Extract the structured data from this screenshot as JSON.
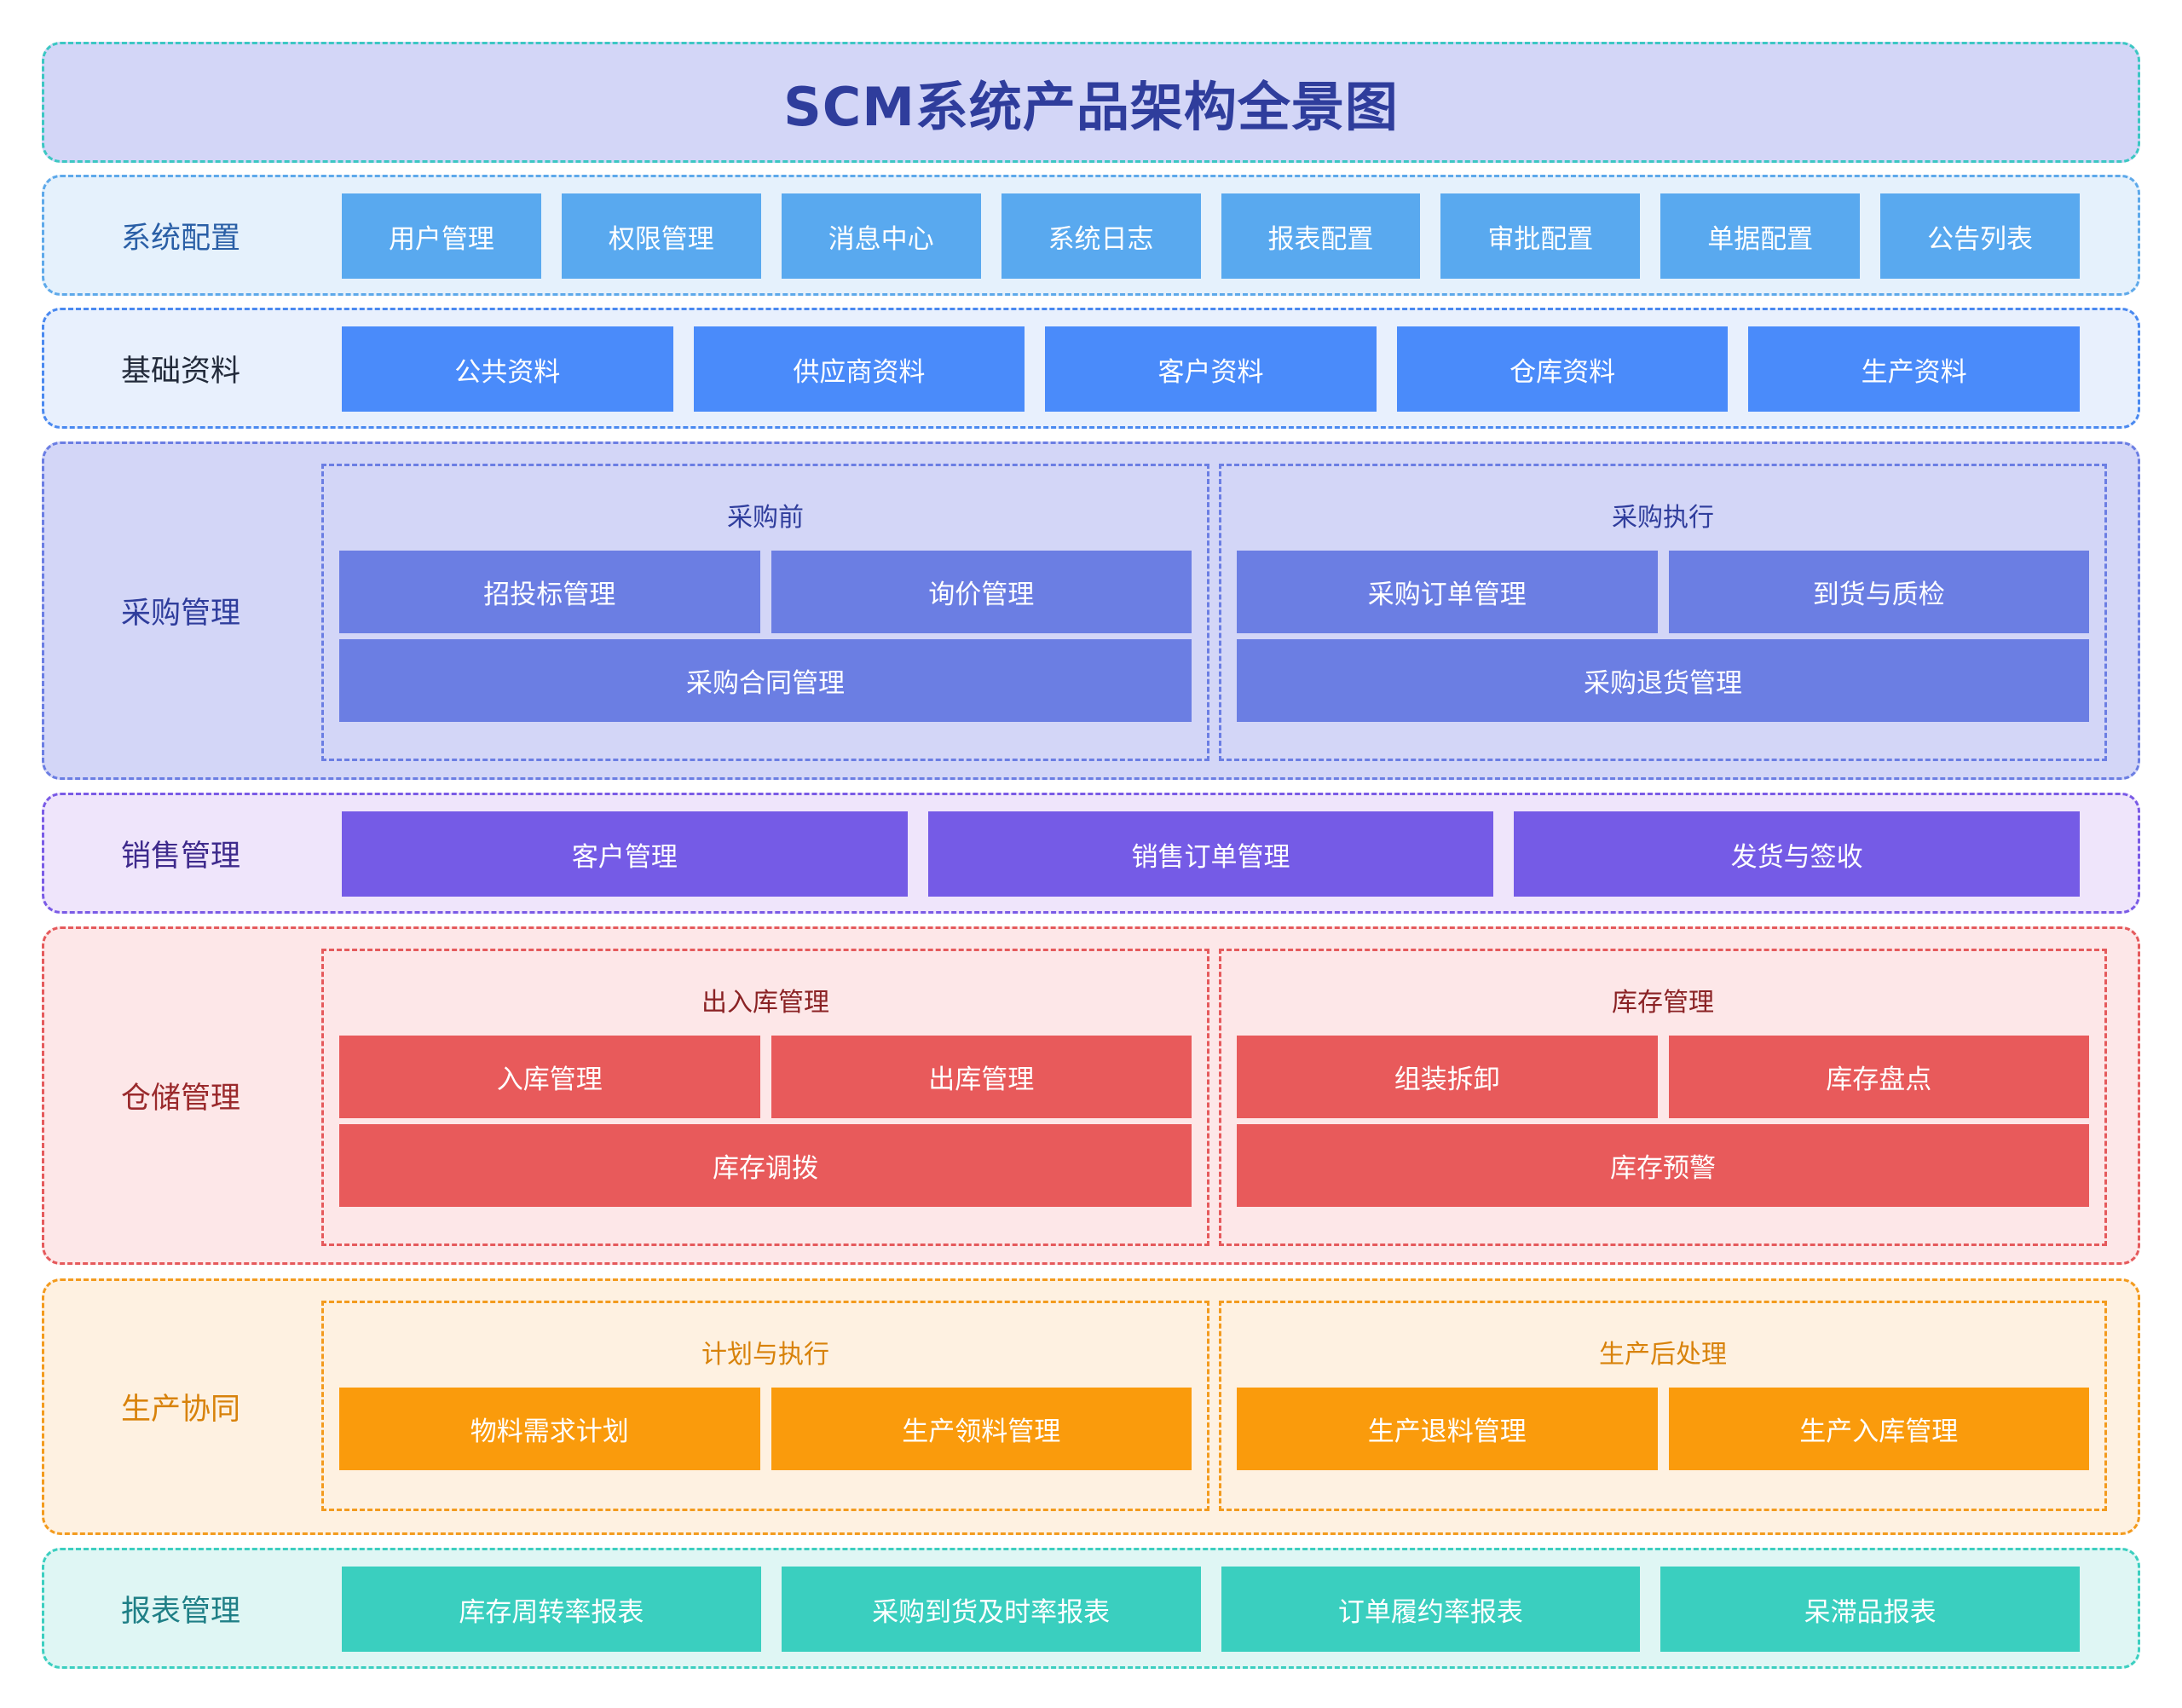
{
  "title": "SCM系统产品架构全景图",
  "colors": {
    "title_bg": "#d3d6f7",
    "title_border": "#3cc7c3",
    "title_text": "#2f3d9c",
    "config_bg": "#e5f1fc",
    "config_border": "#5ea9ea",
    "config_box": "#59a9ef",
    "base_bg": "#e8f0fd",
    "base_border": "#4a89f0",
    "base_box": "#4a8bfa",
    "purchase_bg": "#d3d6f7",
    "purchase_border": "#6b7ee3",
    "purchase_box": "#6b7ee3",
    "sales_bg": "#efe5fb",
    "sales_border": "#7a5be6",
    "sales_box": "#755be6",
    "warehouse_bg": "#fde7e8",
    "warehouse_border": "#e55a5c",
    "warehouse_box": "#e85a5b",
    "production_bg": "#fef1e1",
    "production_border": "#f39b1e",
    "production_box": "#fa9b0c",
    "report_bg": "#dff6f4",
    "report_border": "#3ccfc0",
    "report_box": "#3acfbf"
  },
  "system_config": {
    "label": "系统配置",
    "items": [
      "用户管理",
      "权限管理",
      "消息中心",
      "系统日志",
      "报表配置",
      "审批配置",
      "单据配置",
      "公告列表"
    ]
  },
  "basic_data": {
    "label": "基础资料",
    "items": [
      "公共资料",
      "供应商资料",
      "客户资料",
      "仓库资料",
      "生产资料"
    ]
  },
  "purchase": {
    "label": "采购管理",
    "groups": [
      {
        "title": "采购前",
        "row1": [
          "招投标管理",
          "询价管理"
        ],
        "row2": "采购合同管理"
      },
      {
        "title": "采购执行",
        "row1": [
          "采购订单管理",
          "到货与质检"
        ],
        "row2": "采购退货管理"
      }
    ]
  },
  "sales": {
    "label": "销售管理",
    "items": [
      "客户管理",
      "销售订单管理",
      "发货与签收"
    ]
  },
  "warehouse": {
    "label": "仓储管理",
    "groups": [
      {
        "title": "出入库管理",
        "row1": [
          "入库管理",
          "出库管理"
        ],
        "row2": "库存调拨"
      },
      {
        "title": "库存管理",
        "row1": [
          "组装拆卸",
          "库存盘点"
        ],
        "row2": "库存预警"
      }
    ]
  },
  "production": {
    "label": "生产协同",
    "groups": [
      {
        "title": "计划与执行",
        "row1": [
          "物料需求计划",
          "生产领料管理"
        ]
      },
      {
        "title": "生产后处理",
        "row1": [
          "生产退料管理",
          "生产入库管理"
        ]
      }
    ]
  },
  "reports": {
    "label": "报表管理",
    "items": [
      "库存周转率报表",
      "采购到货及时率报表",
      "订单履约率报表",
      "呆滞品报表"
    ]
  }
}
